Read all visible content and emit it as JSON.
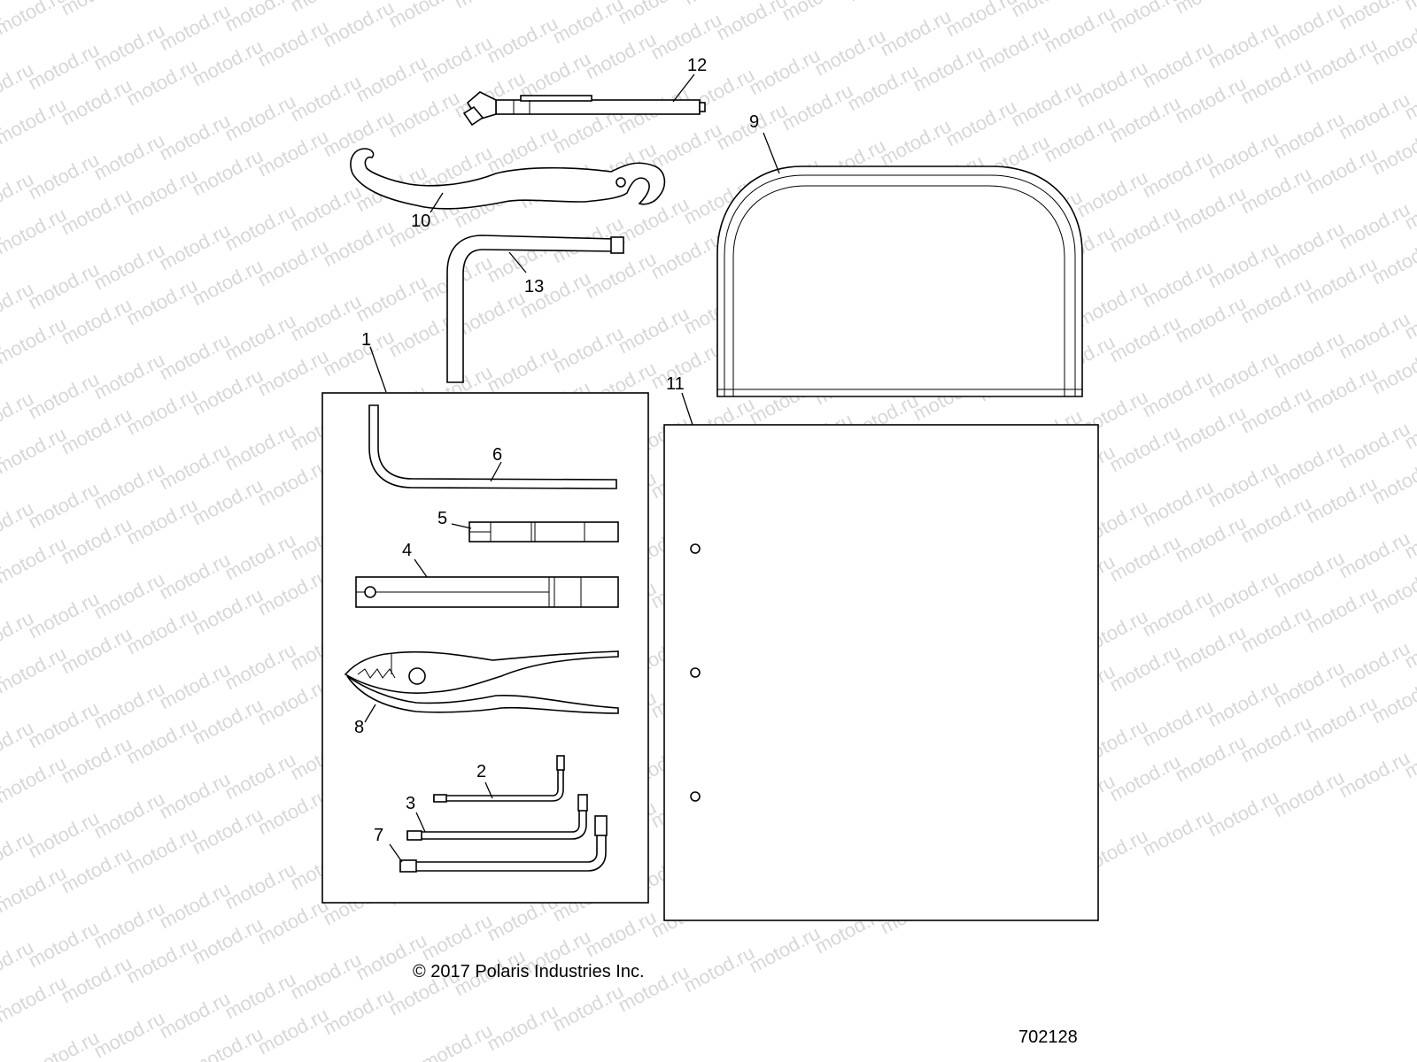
{
  "callouts": {
    "c1": "1",
    "c2": "2",
    "c3": "3",
    "c4": "4",
    "c5": "5",
    "c6": "6",
    "c7": "7",
    "c8": "8",
    "c9": "9",
    "c10": "10",
    "c11": "11",
    "c12": "12",
    "c13": "13"
  },
  "footer": {
    "copyright": "© 2017 Polaris Industries Inc.",
    "diagram_number": "702128"
  },
  "watermark": "motod.ru"
}
